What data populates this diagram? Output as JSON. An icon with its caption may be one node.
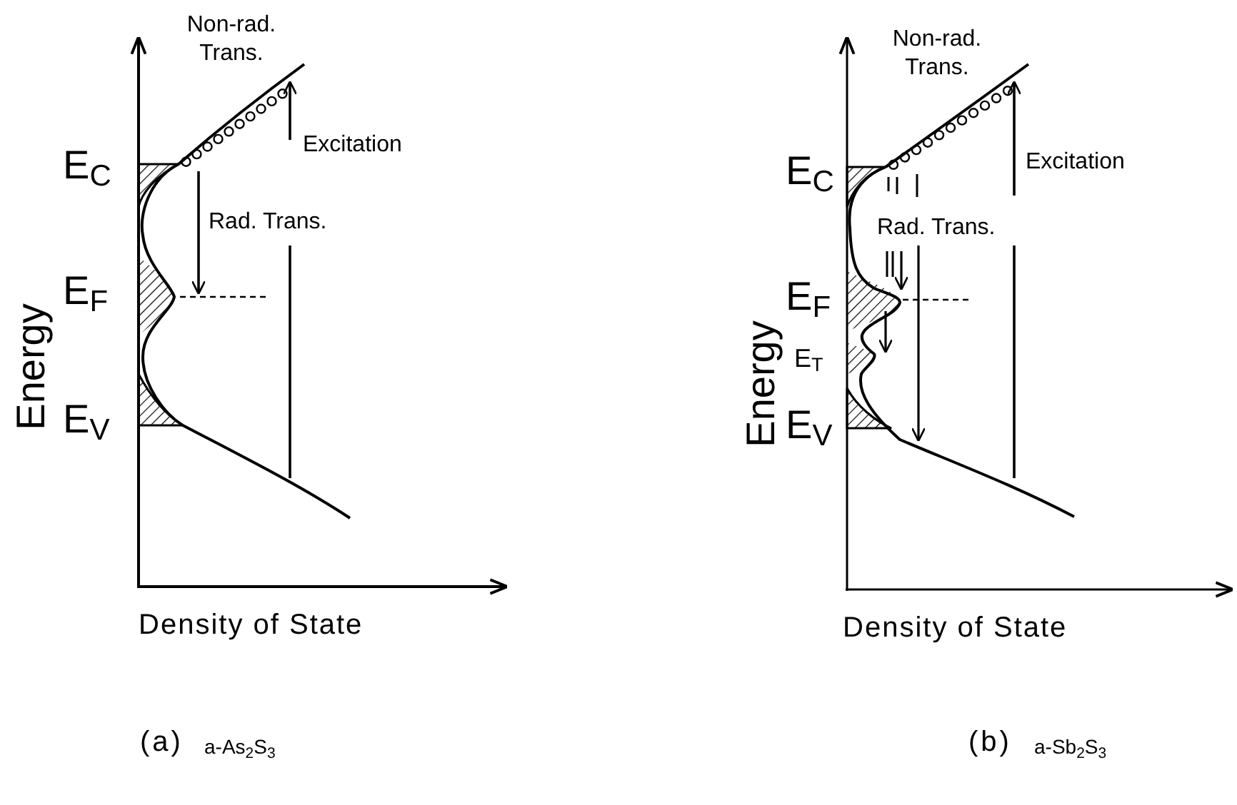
{
  "diagram": {
    "labels": [
      "Non-rad. Trans.",
      "E$_{C}$",
      "Excitation",
      "Rad. Trans.",
      "E$_{F}$",
      "Energy",
      "E$_{V}$",
      "Density of State",
      "Non-rad. Trans.",
      "E$_{C}$",
      "Excitation",
      "Rad. Trans.",
      "E$_{F}$",
      "Energy",
      "E$_{T}$",
      "E$_{V}$",
      "Density of State",
      "(a)",
      "a-As$_{2}$S$_{3}$",
      "(b)",
      "a-Sb$_{2}$S$_{3}$"
    ]
  }
}
